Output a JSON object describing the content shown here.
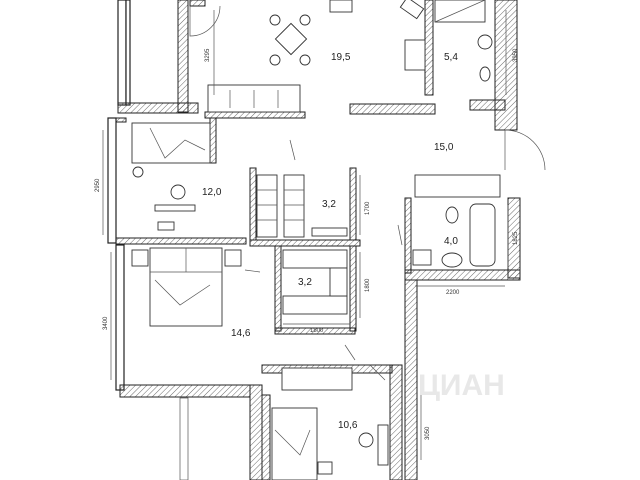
{
  "rooms": {
    "living": "19,5",
    "kitchen_corridor": "15,0",
    "bath_top": "5,4",
    "bedroom_a": "12,0",
    "closet_a": "3,2",
    "closet_b": "3,2",
    "bath_mid": "4,0",
    "bedroom_b": "14,6",
    "bedroom_c": "10,6"
  },
  "dimensions": {
    "d3295": "3295",
    "d3950": "3950",
    "d2950": "2950",
    "d1700": "1700",
    "d1825": "1825",
    "d1800_v": "1800",
    "d2200": "2200",
    "d3400": "3400",
    "d1800_h": "1800",
    "d3050": "3050"
  },
  "watermark": "ЦИАН"
}
